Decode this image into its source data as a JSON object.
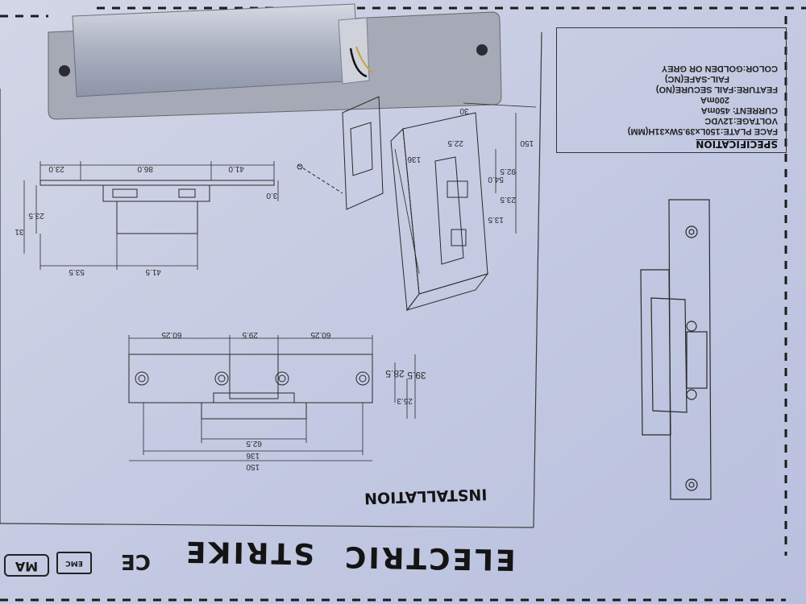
{
  "sheet": {
    "title_word1": "ELECTRIC",
    "title_word2": "STRIKE",
    "installation_heading": "INSTALLATION",
    "certifications": [
      "MA",
      "EMC",
      "CE"
    ]
  },
  "specification": {
    "heading": "SPECIFICATION",
    "lines": [
      "FACE PLATE:150Lx39.5Wx31H(MM)",
      "VOLTAGE:12VDC",
      "CURRENT: 450mA",
      "200mA",
      "FEATURE:FAIL SECURE(NO)",
      "FAIL-SAFE(NC)",
      "COLOR:GOLDEN OR GREY"
    ]
  },
  "side_view": {
    "dims_top": [
      "23.0",
      "86.0",
      "41.0"
    ],
    "dims_left": [
      "31",
      "23.5"
    ],
    "dims_right": [
      "3.0"
    ],
    "dims_bottom": [
      "53.5",
      "41.5"
    ]
  },
  "front_view": {
    "dims_top": [
      "60.25",
      "29.5",
      "60.25"
    ],
    "dims_right": [
      "28.5",
      "39.5",
      "25.3"
    ],
    "dims_bottom": [
      "62.5",
      "136",
      "150"
    ]
  },
  "iso_view": {
    "dims": [
      "150",
      "136",
      "92.5",
      "54.0",
      "23.5",
      "13.5",
      "22.5",
      "30"
    ]
  },
  "colors": {
    "paper": "#c9cfe3",
    "ink": "#2a2a2a",
    "device_metal": "#b7bccb"
  }
}
